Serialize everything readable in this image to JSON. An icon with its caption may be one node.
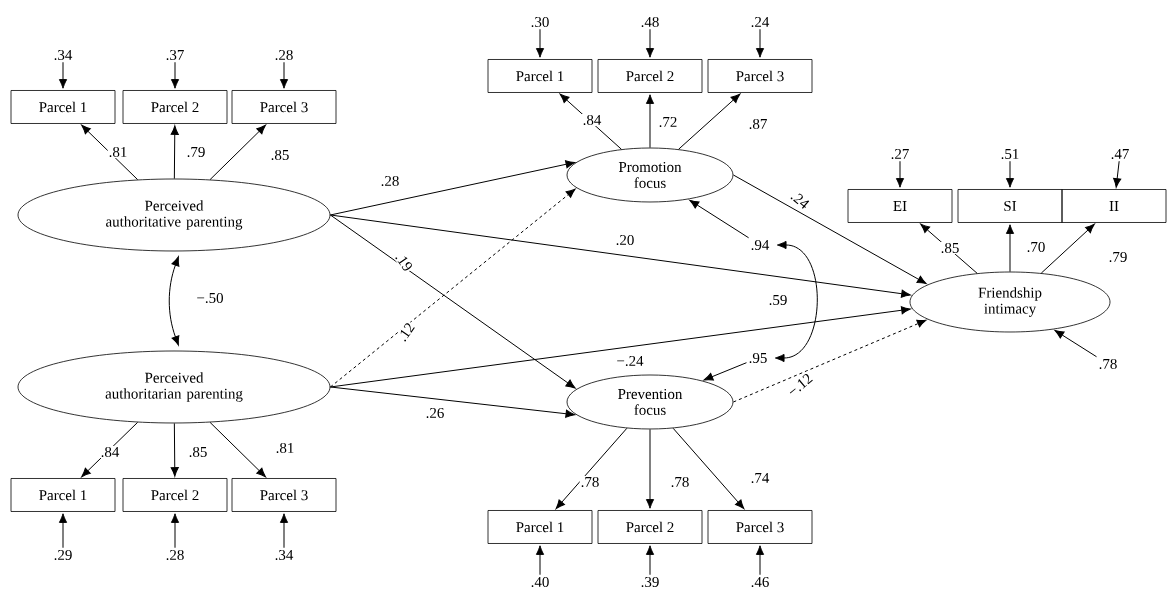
{
  "diagram": {
    "nodes": [
      {
        "text": [
          "Perceived authoritative parenting"
        ]
      },
      {
        "text": [
          "Parcel 1"
        ]
      },
      {
        "text": [
          "Parcel 2"
        ]
      },
      {
        "text": [
          "Parcel 3"
        ]
      },
      {
        "text": [
          "Perceived authoritarian parenting"
        ]
      },
      {
        "text": [
          "Parcel 1"
        ]
      },
      {
        "text": [
          "Parcel 2"
        ]
      },
      {
        "text": [
          "Parcel 3"
        ]
      },
      {
        "text": [
          "Promotion focus"
        ]
      },
      {
        "text": [
          "Parcel 1"
        ]
      },
      {
        "text": [
          "Parcel 2"
        ]
      },
      {
        "text": [
          "Parcel 3"
        ]
      },
      {
        "text": [
          "Prevention focus"
        ]
      },
      {
        "text": [
          "Parcel 1"
        ]
      },
      {
        "text": [
          "Parcel 2"
        ]
      },
      {
        "text": [
          "Parcel 3"
        ]
      },
      {
        "text": [
          "Friendship intimacy"
        ]
      },
      {
        "text": [
          "EI"
        ]
      },
      {
        "text": [
          "SI"
        ]
      },
      {
        "text": [
          "II"
        ]
      },
      {
        "text": [
          ".34"
        ]
      },
      {
        "text": [
          ".37"
        ]
      },
      {
        "text": [
          ".28"
        ]
      },
      {
        "text": [
          ".29"
        ]
      },
      {
        "text": [
          ".28"
        ]
      },
      {
        "text": [
          ".34"
        ]
      },
      {
        "text": [
          ".30"
        ]
      },
      {
        "text": [
          ".48"
        ]
      },
      {
        "text": [
          ".24"
        ]
      },
      {
        "text": [
          ".40"
        ]
      },
      {
        "text": [
          ".39"
        ]
      },
      {
        "text": [
          ".46"
        ]
      },
      {
        "text": [
          ".27"
        ]
      },
      {
        "text": [
          ".51"
        ]
      },
      {
        "text": [
          ".47"
        ]
      },
      {
        "text": [
          ".94"
        ]
      },
      {
        "text": [
          ".95"
        ]
      },
      {
        "text": [
          ".78"
        ]
      }
    ],
    "edges": [
      {
        "from": 0,
        "to": 1,
        "arrow": "to",
        "label": ".81"
      },
      {
        "from": 0,
        "to": 2,
        "arrow": "to",
        "label": ".79"
      },
      {
        "from": 0,
        "to": 3,
        "arrow": "to",
        "label": ".85"
      },
      {
        "from": 4,
        "to": 5,
        "arrow": "to",
        "label": ".84"
      },
      {
        "from": 4,
        "to": 6,
        "arrow": "to",
        "label": ".85"
      },
      {
        "from": 4,
        "to": 7,
        "arrow": "to",
        "label": ".81"
      },
      {
        "from": 8,
        "to": 9,
        "arrow": "to",
        "label": ".84"
      },
      {
        "from": 8,
        "to": 10,
        "arrow": "to",
        "label": ".72"
      },
      {
        "from": 8,
        "to": 11,
        "arrow": "to",
        "label": ".87"
      },
      {
        "from": 12,
        "to": 13,
        "arrow": "to",
        "label": ".78"
      },
      {
        "from": 12,
        "to": 14,
        "arrow": "to",
        "label": ".78"
      },
      {
        "from": 12,
        "to": 15,
        "arrow": "to",
        "label": ".74"
      },
      {
        "from": 16,
        "to": 17,
        "arrow": "to",
        "label": ".85"
      },
      {
        "from": 16,
        "to": 18,
        "arrow": "to",
        "label": ".70"
      },
      {
        "from": 16,
        "to": 19,
        "arrow": "to",
        "label": ".79"
      },
      {
        "from": 20,
        "to": 1,
        "arrow": "to"
      },
      {
        "from": 21,
        "to": 2,
        "arrow": "to"
      },
      {
        "from": 22,
        "to": 3,
        "arrow": "to"
      },
      {
        "from": 23,
        "to": 5,
        "arrow": "to"
      },
      {
        "from": 24,
        "to": 6,
        "arrow": "to"
      },
      {
        "from": 25,
        "to": 7,
        "arrow": "to"
      },
      {
        "from": 26,
        "to": 9,
        "arrow": "to"
      },
      {
        "from": 27,
        "to": 10,
        "arrow": "to"
      },
      {
        "from": 28,
        "to": 11,
        "arrow": "to"
      },
      {
        "from": 29,
        "to": 13,
        "arrow": "to"
      },
      {
        "from": 30,
        "to": 14,
        "arrow": "to"
      },
      {
        "from": 31,
        "to": 15,
        "arrow": "to"
      },
      {
        "from": 32,
        "to": 17,
        "arrow": "to"
      },
      {
        "from": 33,
        "to": 18,
        "arrow": "to"
      },
      {
        "from": 34,
        "to": 19,
        "arrow": "to"
      },
      {
        "from": 35,
        "to": 8,
        "arrow": "to"
      },
      {
        "from": 36,
        "to": 12,
        "arrow": "to"
      },
      {
        "from": 37,
        "to": 16,
        "arrow": "to"
      },
      {
        "from": 0,
        "to": 8,
        "arrow": "to",
        "label": ".28"
      },
      {
        "from": 0,
        "to": 16,
        "arrow": "to",
        "label": ".20"
      },
      {
        "from": 0,
        "to": 12,
        "arrow": "to",
        "label": ".19"
      },
      {
        "from": 4,
        "to": 8,
        "arrow": "to",
        "label": ".12",
        "style": "dashed"
      },
      {
        "from": 4,
        "to": 16,
        "arrow": "to",
        "label": "−.24"
      },
      {
        "from": 4,
        "to": 12,
        "arrow": "to",
        "label": ".26"
      },
      {
        "from": 8,
        "to": 16,
        "arrow": "to",
        "label": ".24"
      },
      {
        "from": 12,
        "to": 16,
        "arrow": "to",
        "label": "−.12",
        "style": "dashed"
      },
      {
        "from": 0,
        "to": 4,
        "arrow": "both",
        "label": "−.50"
      },
      {
        "from": 35,
        "to": 36,
        "arrow": "both",
        "label": ".59"
      }
    ]
  }
}
